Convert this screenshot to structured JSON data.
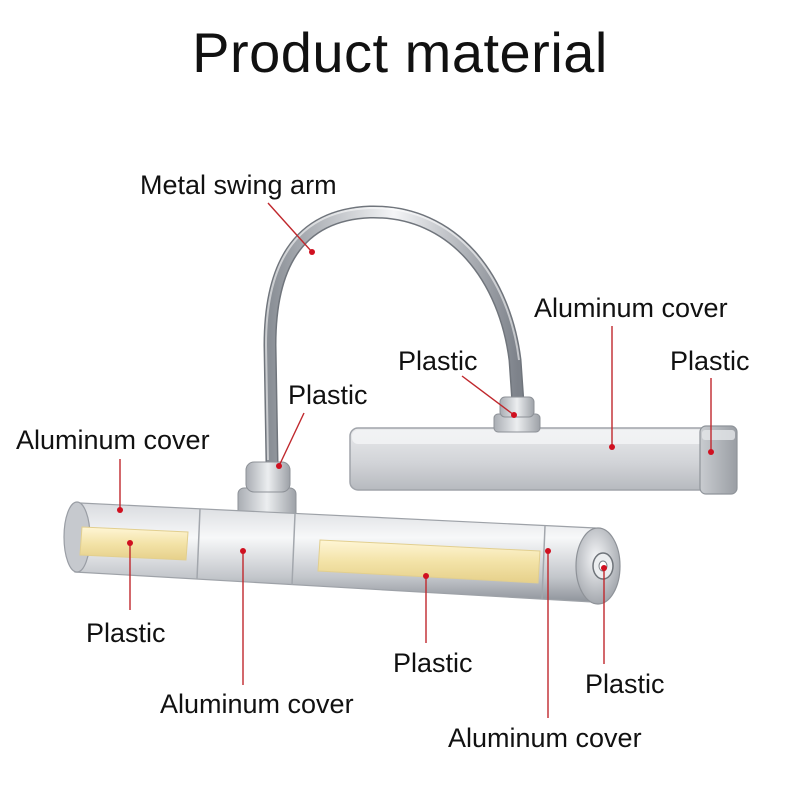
{
  "title": "Product material",
  "labels": {
    "swing_arm": "Metal swing arm",
    "shade_cover": "Aluminum cover",
    "shade_mount_plastic": "Plastic",
    "shade_end_plastic": "Plastic",
    "arm_base_plastic": "Plastic",
    "bar_left_cover": "Aluminum cover",
    "bar_left_lens": "Plastic",
    "bar_center_cover": "Aluminum cover",
    "bar_right_lens": "Plastic",
    "bar_right_cover": "Aluminum cover",
    "bar_switch": "Plastic"
  },
  "colors": {
    "leader_line": "#c0282d",
    "leader_dot": "#d01020",
    "metal": "#c8cbd0",
    "lens": "#f6e9b8"
  }
}
